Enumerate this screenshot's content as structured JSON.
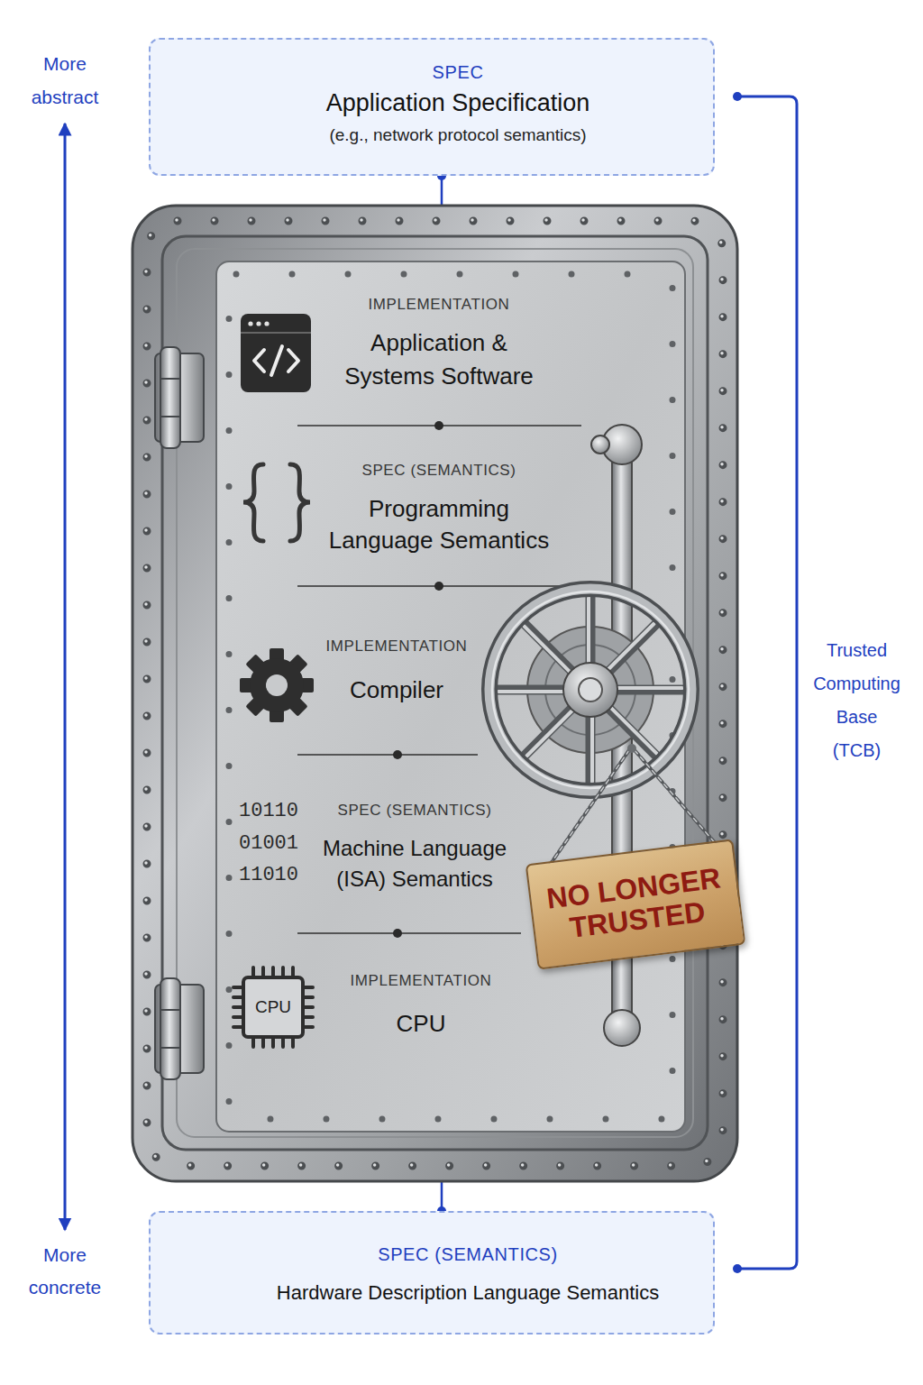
{
  "diagram": {
    "nodes": [
      {
        "text": [
          "SPEC",
          "Application Specification",
          "(e.g., network protocol semantics)"
        ]
      },
      {
        "text": [
          "IMPLEMENTATION",
          "Application & Systems Software"
        ]
      },
      {
        "text": [
          "SPEC (SEMANTICS)",
          "Programming Language Semantics"
        ]
      },
      {
        "text": [
          "IMPLEMENTATION",
          "Compiler"
        ]
      },
      {
        "text": [
          "SPEC (SEMANTICS)",
          "Machine Language (ISA) Semantics"
        ]
      },
      {
        "text": [
          "NO LONGER TRUSTED"
        ]
      },
      {
        "text": [
          "IMPLEMENTATION",
          "CPU"
        ]
      },
      {
        "text": [
          "SPEC (SEMANTICS)",
          "Hardware Description Language Semantics"
        ]
      }
    ],
    "edges": [
      {
        "from": 0,
        "to": 1,
        "arrow": "none"
      },
      {
        "from": 6,
        "to": 7,
        "arrow": "none"
      }
    ],
    "labels": [
      "More abstract",
      "10110",
      "01001",
      "11010",
      "CPU",
      "Trusted Computing Base (TCB)",
      "More concrete"
    ]
  }
}
